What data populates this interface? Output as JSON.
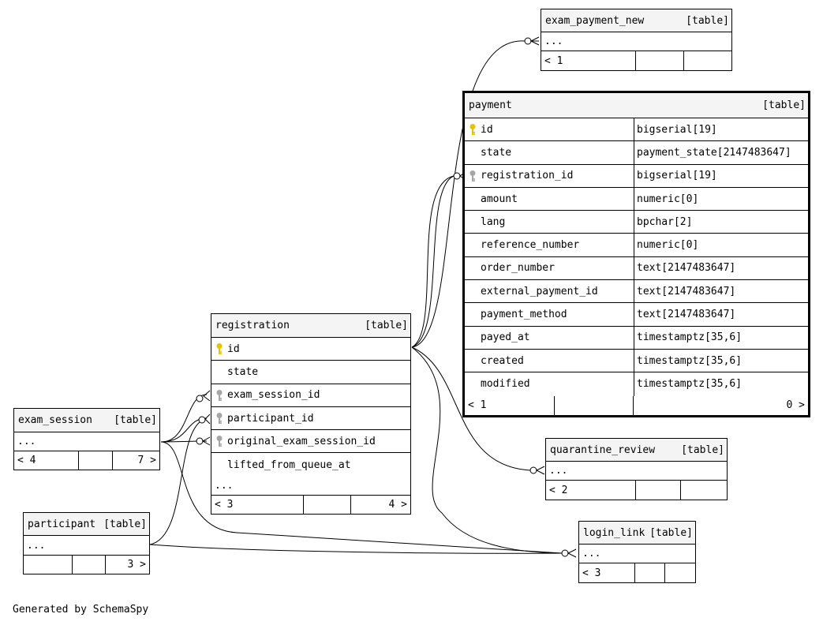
{
  "colors": {
    "primary_key": "#e6c200",
    "foreign_key": "#a6a6a6",
    "header_bg": "#f4f4f4"
  },
  "tables": {
    "exam_payment_new": {
      "name": "exam_payment_new",
      "tag": "[table]",
      "ellipsis": "...",
      "footer": [
        "< 1",
        "",
        ""
      ]
    },
    "payment": {
      "name": "payment",
      "tag": "[table]",
      "columns": [
        {
          "name": "id",
          "type": "bigserial[19]",
          "key": "primary-key-icon"
        },
        {
          "name": "state",
          "type": "payment_state[2147483647]",
          "key": ""
        },
        {
          "name": "registration_id",
          "type": "bigserial[19]",
          "key": "foreign-key-icon"
        },
        {
          "name": "amount",
          "type": "numeric[0]",
          "key": ""
        },
        {
          "name": "lang",
          "type": "bpchar[2]",
          "key": ""
        },
        {
          "name": "reference_number",
          "type": "numeric[0]",
          "key": ""
        },
        {
          "name": "order_number",
          "type": "text[2147483647]",
          "key": ""
        },
        {
          "name": "external_payment_id",
          "type": "text[2147483647]",
          "key": ""
        },
        {
          "name": "payment_method",
          "type": "text[2147483647]",
          "key": ""
        },
        {
          "name": "payed_at",
          "type": "timestamptz[35,6]",
          "key": ""
        },
        {
          "name": "created",
          "type": "timestamptz[35,6]",
          "key": ""
        },
        {
          "name": "modified",
          "type": "timestamptz[35,6]",
          "key": ""
        }
      ],
      "footer": [
        "< 1",
        "",
        "0 >"
      ]
    },
    "registration": {
      "name": "registration",
      "tag": "[table]",
      "columns": [
        {
          "name": "id",
          "key": "primary-key-icon"
        },
        {
          "name": "state",
          "key": ""
        },
        {
          "name": "exam_session_id",
          "key": "foreign-key-icon"
        },
        {
          "name": "participant_id",
          "key": "foreign-key-icon"
        },
        {
          "name": "original_exam_session_id",
          "key": "foreign-key-icon"
        },
        {
          "name": "lifted_from_queue_at",
          "key": ""
        }
      ],
      "ellipsis": "...",
      "footer": [
        "< 3",
        "",
        "4 >"
      ]
    },
    "exam_session": {
      "name": "exam_session",
      "tag": "[table]",
      "ellipsis": "...",
      "footer": [
        "< 4",
        "",
        "7 >"
      ]
    },
    "participant": {
      "name": "participant",
      "tag": "[table]",
      "ellipsis": "...",
      "footer": [
        "",
        "",
        "3 >"
      ]
    },
    "quarantine_review": {
      "name": "quarantine_review",
      "tag": "[table]",
      "ellipsis": "...",
      "footer": [
        "< 2",
        "",
        ""
      ]
    },
    "login_link": {
      "name": "login_link",
      "tag": "[table]",
      "ellipsis": "...",
      "footer": [
        "< 3",
        "",
        ""
      ]
    }
  },
  "footer_text": "Generated by SchemaSpy"
}
